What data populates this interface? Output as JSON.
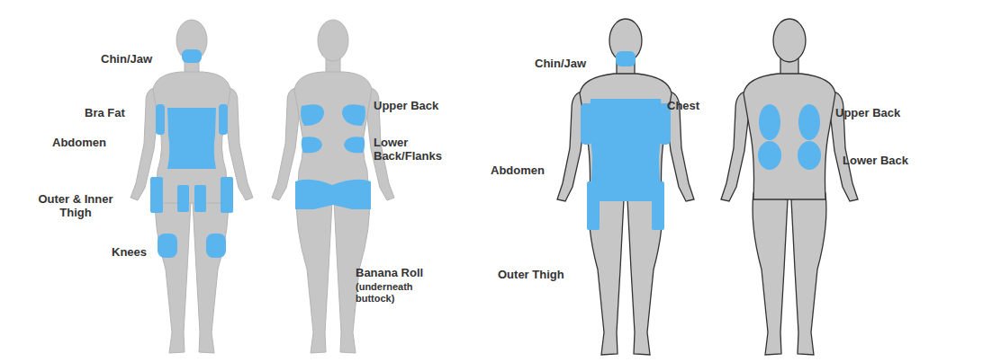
{
  "diagram": {
    "labels": [
      "Chin/Jaw",
      "Bra Fat",
      "Abdomen",
      "Outer & Inner Thigh",
      "Knees",
      "Upper Back",
      "Lower Back/Flanks",
      "Banana Roll",
      "(underneath buttock)",
      "Chin/Jaw",
      "Chest",
      "Abdomen",
      "Outer Thigh",
      "Upper Back",
      "Lower Back"
    ]
  }
}
